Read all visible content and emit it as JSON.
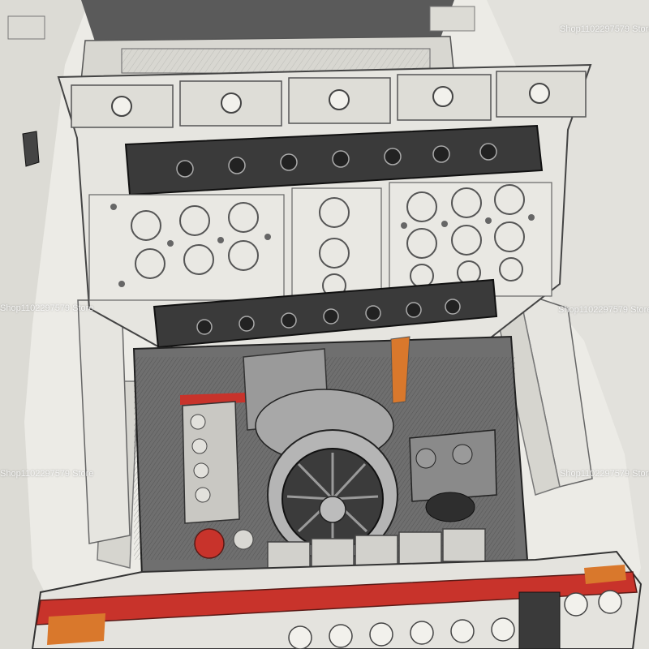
{
  "image": {
    "subject": "pencil-drawn rear view of a white brick-built sports car with the engine lid raised",
    "colors": {
      "paper": "#ecebe6",
      "body_white": "#e4e3de",
      "dark_plate": "#3a3a3a",
      "engine_grey": "#8e8e8e",
      "accent_red": "#c8332b",
      "accent_orange": "#d9782c"
    }
  },
  "watermarks": [
    "Shop1102297579 Store",
    "Shop1102297579 Store",
    "Shop1102297579 Store",
    "Shop1102297579 Store",
    "Shop1102297579 Store"
  ]
}
